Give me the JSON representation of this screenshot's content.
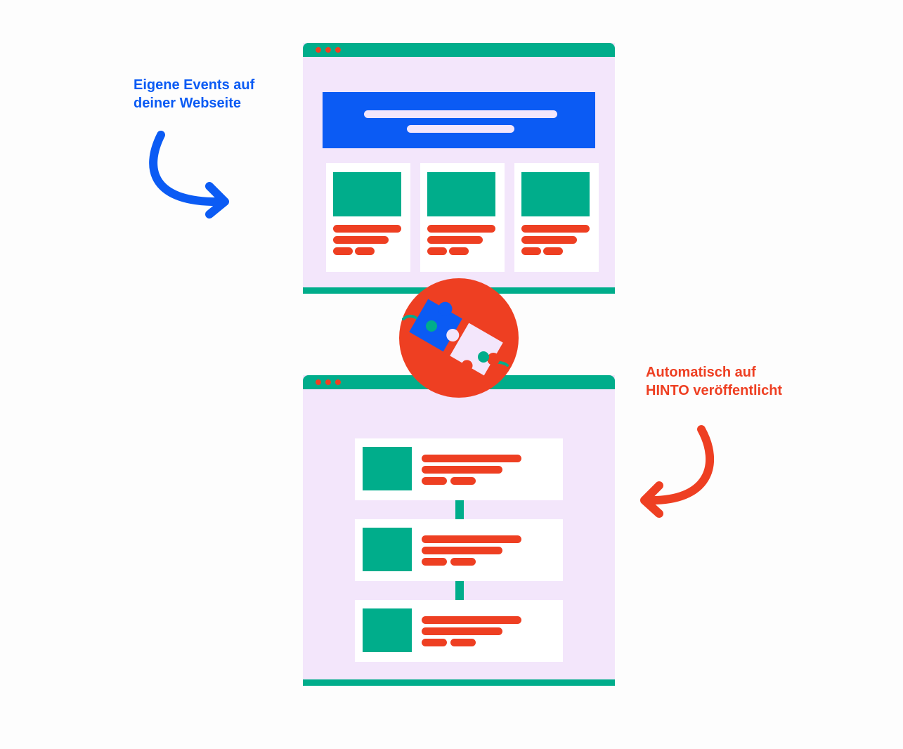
{
  "captions": {
    "left": {
      "line1": "Eigene Events auf",
      "line2": "deiner Webseite"
    },
    "right": {
      "line1": "Automatisch auf",
      "line2": "HINTO veröffentlicht"
    }
  },
  "colors": {
    "blue": "#0b5bf4",
    "red": "#ee3f22",
    "green": "#00ad8b",
    "lavender": "#f3e6fb",
    "white": "#ffffff"
  },
  "icons": {
    "left_arrow": "curved-arrow-right-icon",
    "right_arrow": "curved-arrow-left-icon",
    "connector": "puzzle-pieces-icon",
    "window_controls": "window-dots-icon"
  },
  "website_cards": 3,
  "list_items": 3
}
